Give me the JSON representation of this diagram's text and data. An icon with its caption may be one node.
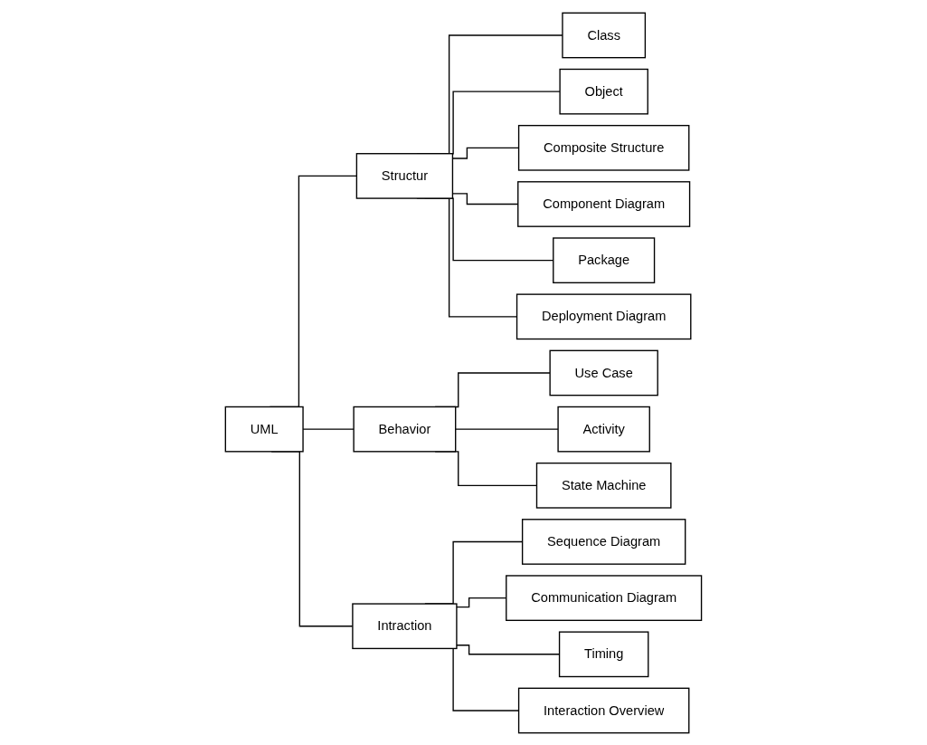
{
  "diagram": {
    "nodes": [
      {
        "text": [
          "UML"
        ]
      },
      {
        "text": [
          "Structur"
        ]
      },
      {
        "text": [
          "Behavior"
        ]
      },
      {
        "text": [
          "Intraction"
        ]
      },
      {
        "text": [
          "Class"
        ]
      },
      {
        "text": [
          "Object"
        ]
      },
      {
        "text": [
          "Composite Structure"
        ]
      },
      {
        "text": [
          "Component Diagram"
        ]
      },
      {
        "text": [
          "Package"
        ]
      },
      {
        "text": [
          "Deployment Diagram"
        ]
      },
      {
        "text": [
          "Use Case"
        ]
      },
      {
        "text": [
          "Activity"
        ]
      },
      {
        "text": [
          "State Machine"
        ]
      },
      {
        "text": [
          "Sequence Diagram"
        ]
      },
      {
        "text": [
          "Communication Diagram"
        ]
      },
      {
        "text": [
          "Timing"
        ]
      },
      {
        "text": [
          "Interaction Overview"
        ]
      }
    ],
    "edges": [
      {
        "from": 0,
        "to": 1,
        "arrow": "none"
      },
      {
        "from": 0,
        "to": 2,
        "arrow": "none"
      },
      {
        "from": 0,
        "to": 3,
        "arrow": "none"
      },
      {
        "from": 1,
        "to": 4,
        "arrow": "none"
      },
      {
        "from": 1,
        "to": 5,
        "arrow": "none"
      },
      {
        "from": 1,
        "to": 6,
        "arrow": "none"
      },
      {
        "from": 1,
        "to": 7,
        "arrow": "none"
      },
      {
        "from": 1,
        "to": 8,
        "arrow": "none"
      },
      {
        "from": 1,
        "to": 9,
        "arrow": "none"
      },
      {
        "from": 2,
        "to": 10,
        "arrow": "none"
      },
      {
        "from": 2,
        "to": 11,
        "arrow": "none"
      },
      {
        "from": 2,
        "to": 12,
        "arrow": "none"
      },
      {
        "from": 3,
        "to": 13,
        "arrow": "none"
      },
      {
        "from": 3,
        "to": 14,
        "arrow": "none"
      },
      {
        "from": 3,
        "to": 15,
        "arrow": "none"
      },
      {
        "from": 3,
        "to": 16,
        "arrow": "none"
      }
    ]
  }
}
